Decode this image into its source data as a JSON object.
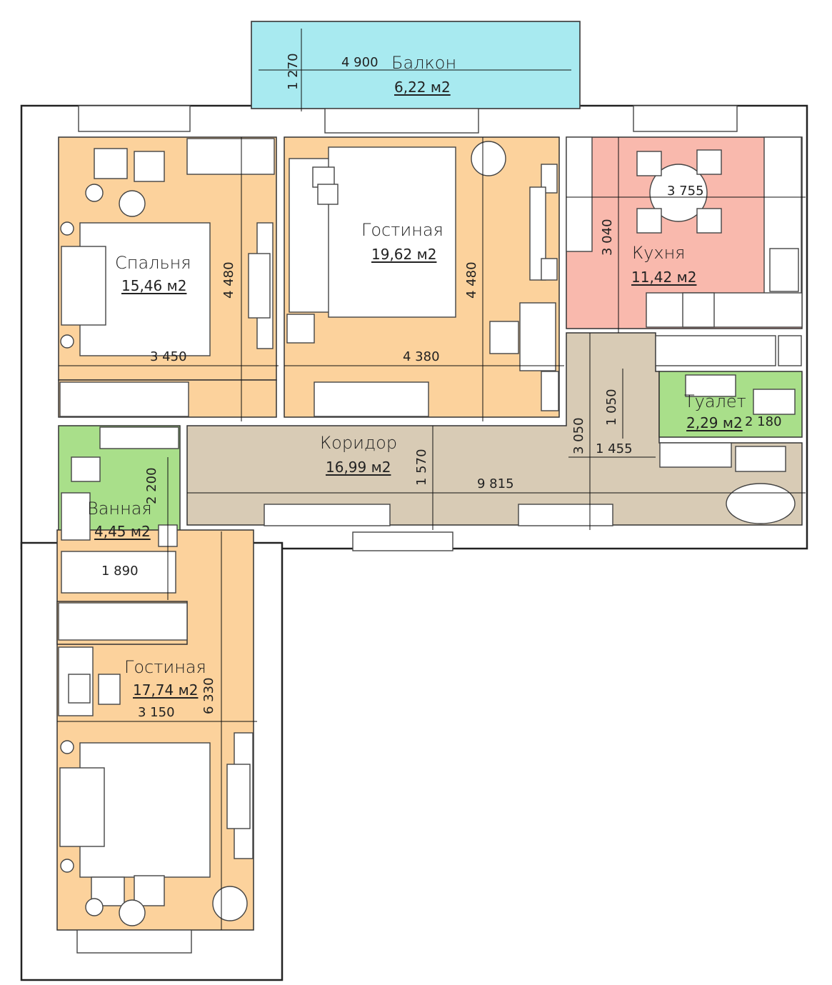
{
  "colors": {
    "living_room": "#fcd29c",
    "kitchen": "#f9b9ad",
    "wet_room": "#a9df8a",
    "corridor": "#d8cbb5",
    "balcony": "#a8eaf0"
  },
  "rooms": {
    "balcony": {
      "name": "Балкон",
      "area": "6,22 м2"
    },
    "bedroom": {
      "name": "Спальня",
      "area": "15,46 м2"
    },
    "living": {
      "name": "Гостиная",
      "area": "19,62 м2"
    },
    "kitchen": {
      "name": "Кухня",
      "area": "11,42 м2"
    },
    "toilet": {
      "name": "Туалет",
      "area": "2,29 м2"
    },
    "corridor": {
      "name": "Коридор",
      "area": "16,99 м2"
    },
    "bathroom": {
      "name": "Ванная",
      "area": "4,45 м2"
    },
    "living2": {
      "name": "Гостиная",
      "area": "17,74 м2"
    }
  },
  "dimensions": {
    "balcony_w": "4 900",
    "balcony_h": "1 270",
    "bedroom_w": "3 450",
    "bedroom_h": "4 480",
    "living_w": "4 380",
    "living_h": "4 480",
    "kitchen_w": "3 755",
    "kitchen_h": "3 040",
    "toilet_h": "1 050",
    "toilet_w": "2 180",
    "hall_h": "3 050",
    "hall_w": "1 455",
    "corridor_h": "1 570",
    "corridor_w": "9 815",
    "bath_h": "2 200",
    "bath_w": "1 890",
    "living2_w": "3 150",
    "living2_h": "6 330"
  }
}
